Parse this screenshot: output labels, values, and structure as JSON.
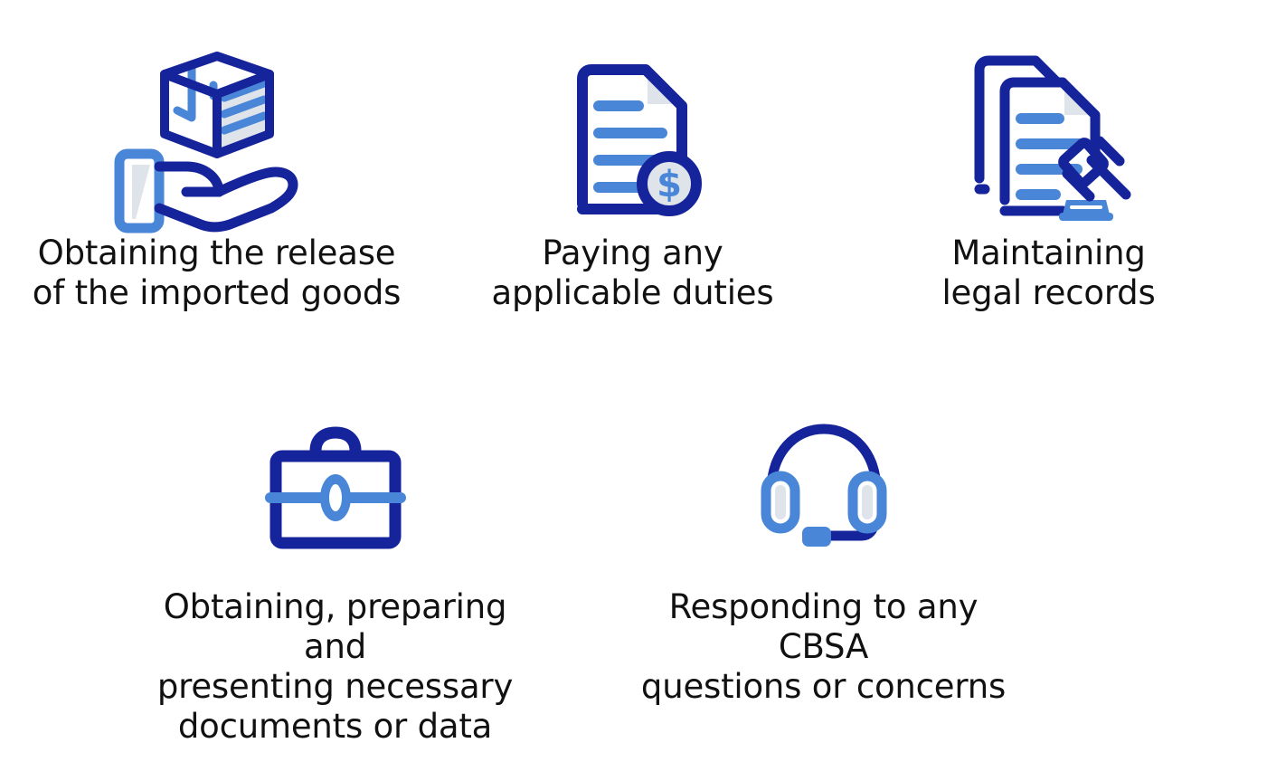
{
  "palette": {
    "navy": "#16249b",
    "navy_dark": "#142089",
    "blue": "#4a86d8",
    "blue_light": "#5a90dd",
    "paper_shade": "#dfe3ea",
    "paper_shade_light": "#e3e7ee",
    "text": "#111111",
    "background": "#ffffff"
  },
  "layout": {
    "rows": 2,
    "top_row_items": 3,
    "bottom_row_items": 2
  },
  "items": [
    {
      "id": "release-of-goods",
      "icon": "package-in-hand-icon",
      "icon_label": "Box held in an open hand",
      "caption": "Obtaining the release\nof the imported goods",
      "caption_lines": [
        "Obtaining the release",
        "of the imported goods"
      ]
    },
    {
      "id": "applicable-duties",
      "icon": "invoice-dollar-icon",
      "icon_label": "Document with dollar coin",
      "caption": "Paying any\napplicable duties",
      "caption_lines": [
        "Paying any",
        "applicable duties"
      ]
    },
    {
      "id": "legal-records",
      "icon": "documents-gavel-icon",
      "icon_label": "Stacked documents with gavel",
      "caption": "Maintaining\nlegal records",
      "caption_lines": [
        "Maintaining",
        "legal records"
      ]
    },
    {
      "id": "necessary-documents",
      "icon": "briefcase-icon",
      "icon_label": "Briefcase",
      "caption": "Obtaining, preparing and\npresenting necessary\ndocuments or data",
      "caption_lines": [
        "Obtaining, preparing and",
        "presenting necessary",
        "documents or data"
      ]
    },
    {
      "id": "cbsa-questions",
      "icon": "headset-icon",
      "icon_label": "Support headset with microphone",
      "caption": "Responding to any CBSA\nquestions or concerns",
      "caption_lines": [
        "Responding to any CBSA",
        "questions or concerns"
      ]
    }
  ]
}
